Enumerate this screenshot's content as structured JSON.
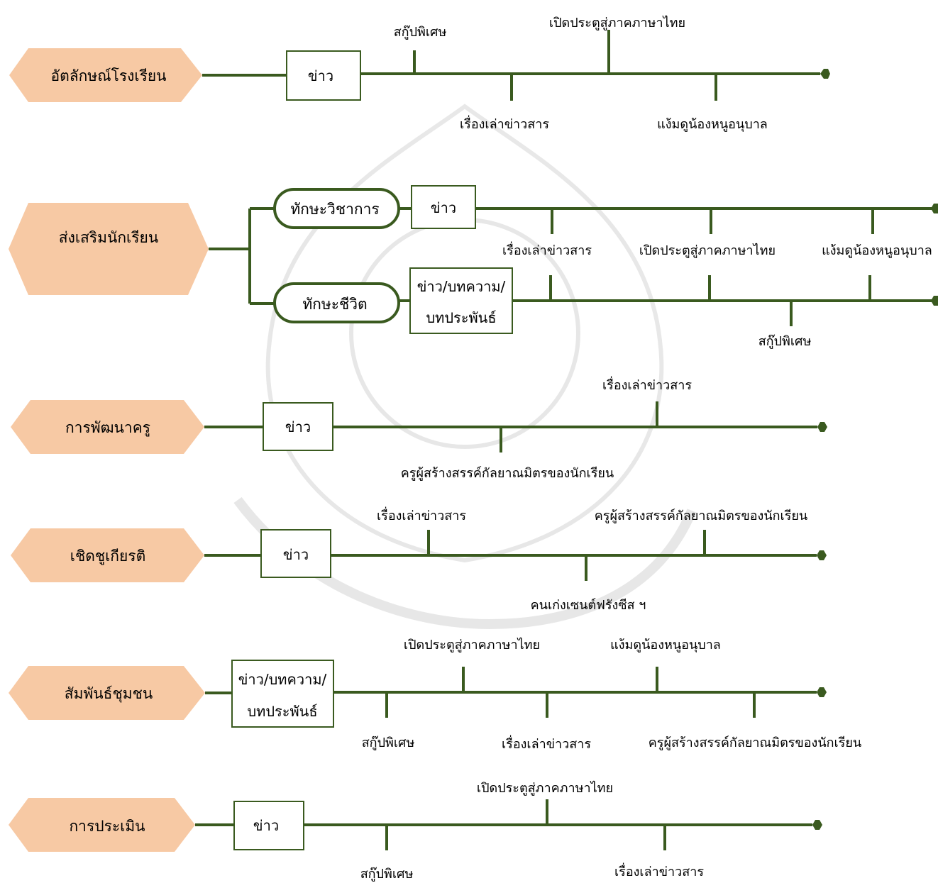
{
  "colors": {
    "line": "#3a5a1f",
    "hex_fill": "#f7c9a4",
    "box_stroke": "#3a5a1f",
    "pill_stroke": "#3a5a1f",
    "text": "#1a1a1a"
  },
  "icons": {
    "watermark": "university-seal-watermark"
  },
  "rows": [
    {
      "category": "อัตลักษณ์โรงเรียน",
      "box": [
        "ข่าว"
      ],
      "topics": [
        "สกู๊ปพิเศษ",
        "เปิดประตูสู่ภาคภาษาไทย",
        "เรื่องเล่าข่าวสาร",
        "แง้มดูน้องหนูอนุบาล"
      ]
    },
    {
      "category": "ส่งเสริมนักเรียน",
      "branches": [
        {
          "label": "ทักษะวิชาการ",
          "box": [
            "ข่าว"
          ],
          "topics": [
            "เรื่องเล่าข่าวสาร",
            "เปิดประตูสู่ภาคภาษาไทย",
            "แง้มดูน้องหนูอนุบาล"
          ]
        },
        {
          "label": "ทักษะชีวิต",
          "box": [
            "ข่าว/บทความ/",
            "บทประพันธ์"
          ],
          "topics": [
            "สกู๊ปพิเศษ"
          ]
        }
      ]
    },
    {
      "category": "การพัฒนาครู",
      "box": [
        "ข่าว"
      ],
      "topics": [
        "เรื่องเล่าข่าวสาร",
        "ครูผู้สร้างสรรค์กัลยาณมิตรของนักเรียน"
      ]
    },
    {
      "category": "เชิดชูเกียรติ",
      "box": [
        "ข่าว"
      ],
      "topics": [
        "เรื่องเล่าข่าวสาร",
        "ครูผู้สร้างสรรค์กัลยาณมิตรของนักเรียน",
        "คนเก่งเซนต์ฟรังซีส ฯ"
      ]
    },
    {
      "category": "สัมพันธ์ชุมชน",
      "box": [
        "ข่าว/บทความ/",
        "บทประพันธ์"
      ],
      "topics": [
        "เปิดประตูสู่ภาคภาษาไทย",
        "แง้มดูน้องหนูอนุบาล",
        "สกู๊ปพิเศษ",
        "เรื่องเล่าข่าวสาร",
        "ครูผู้สร้างสรรค์กัลยาณมิตรของนักเรียน"
      ]
    },
    {
      "category": "การประเมิน",
      "box": [
        "ข่าว"
      ],
      "topics": [
        "เปิดประตูสู่ภาคภาษาไทย",
        "สกู๊ปพิเศษ",
        "เรื่องเล่าข่าวสาร"
      ]
    }
  ]
}
